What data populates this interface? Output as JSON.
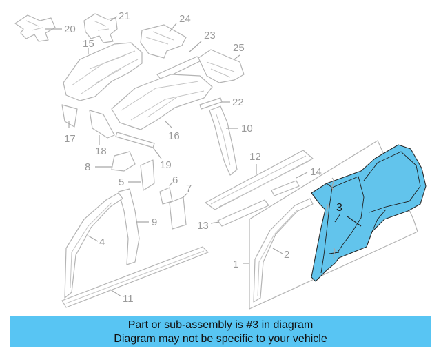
{
  "diagram": {
    "callouts": {
      "c1": "1",
      "c2": "2",
      "c3": "3",
      "c4": "4",
      "c5": "5",
      "c6": "6",
      "c7": "7",
      "c8": "8",
      "c9": "9",
      "c10": "10",
      "c11": "11",
      "c12": "12",
      "c13": "13",
      "c14": "14",
      "c15": "15",
      "c16": "16",
      "c17": "17",
      "c18": "18",
      "c19": "19",
      "c20": "20",
      "c21": "21",
      "c22": "22",
      "c23": "23",
      "c24": "24",
      "c25": "25"
    },
    "highlight_color": "#62c4ec",
    "banner_color": "#58c5f3"
  },
  "banner": {
    "line1": "Part or sub-assembly is #3 in diagram",
    "line2": "Diagram may not be specific to your vehicle"
  }
}
